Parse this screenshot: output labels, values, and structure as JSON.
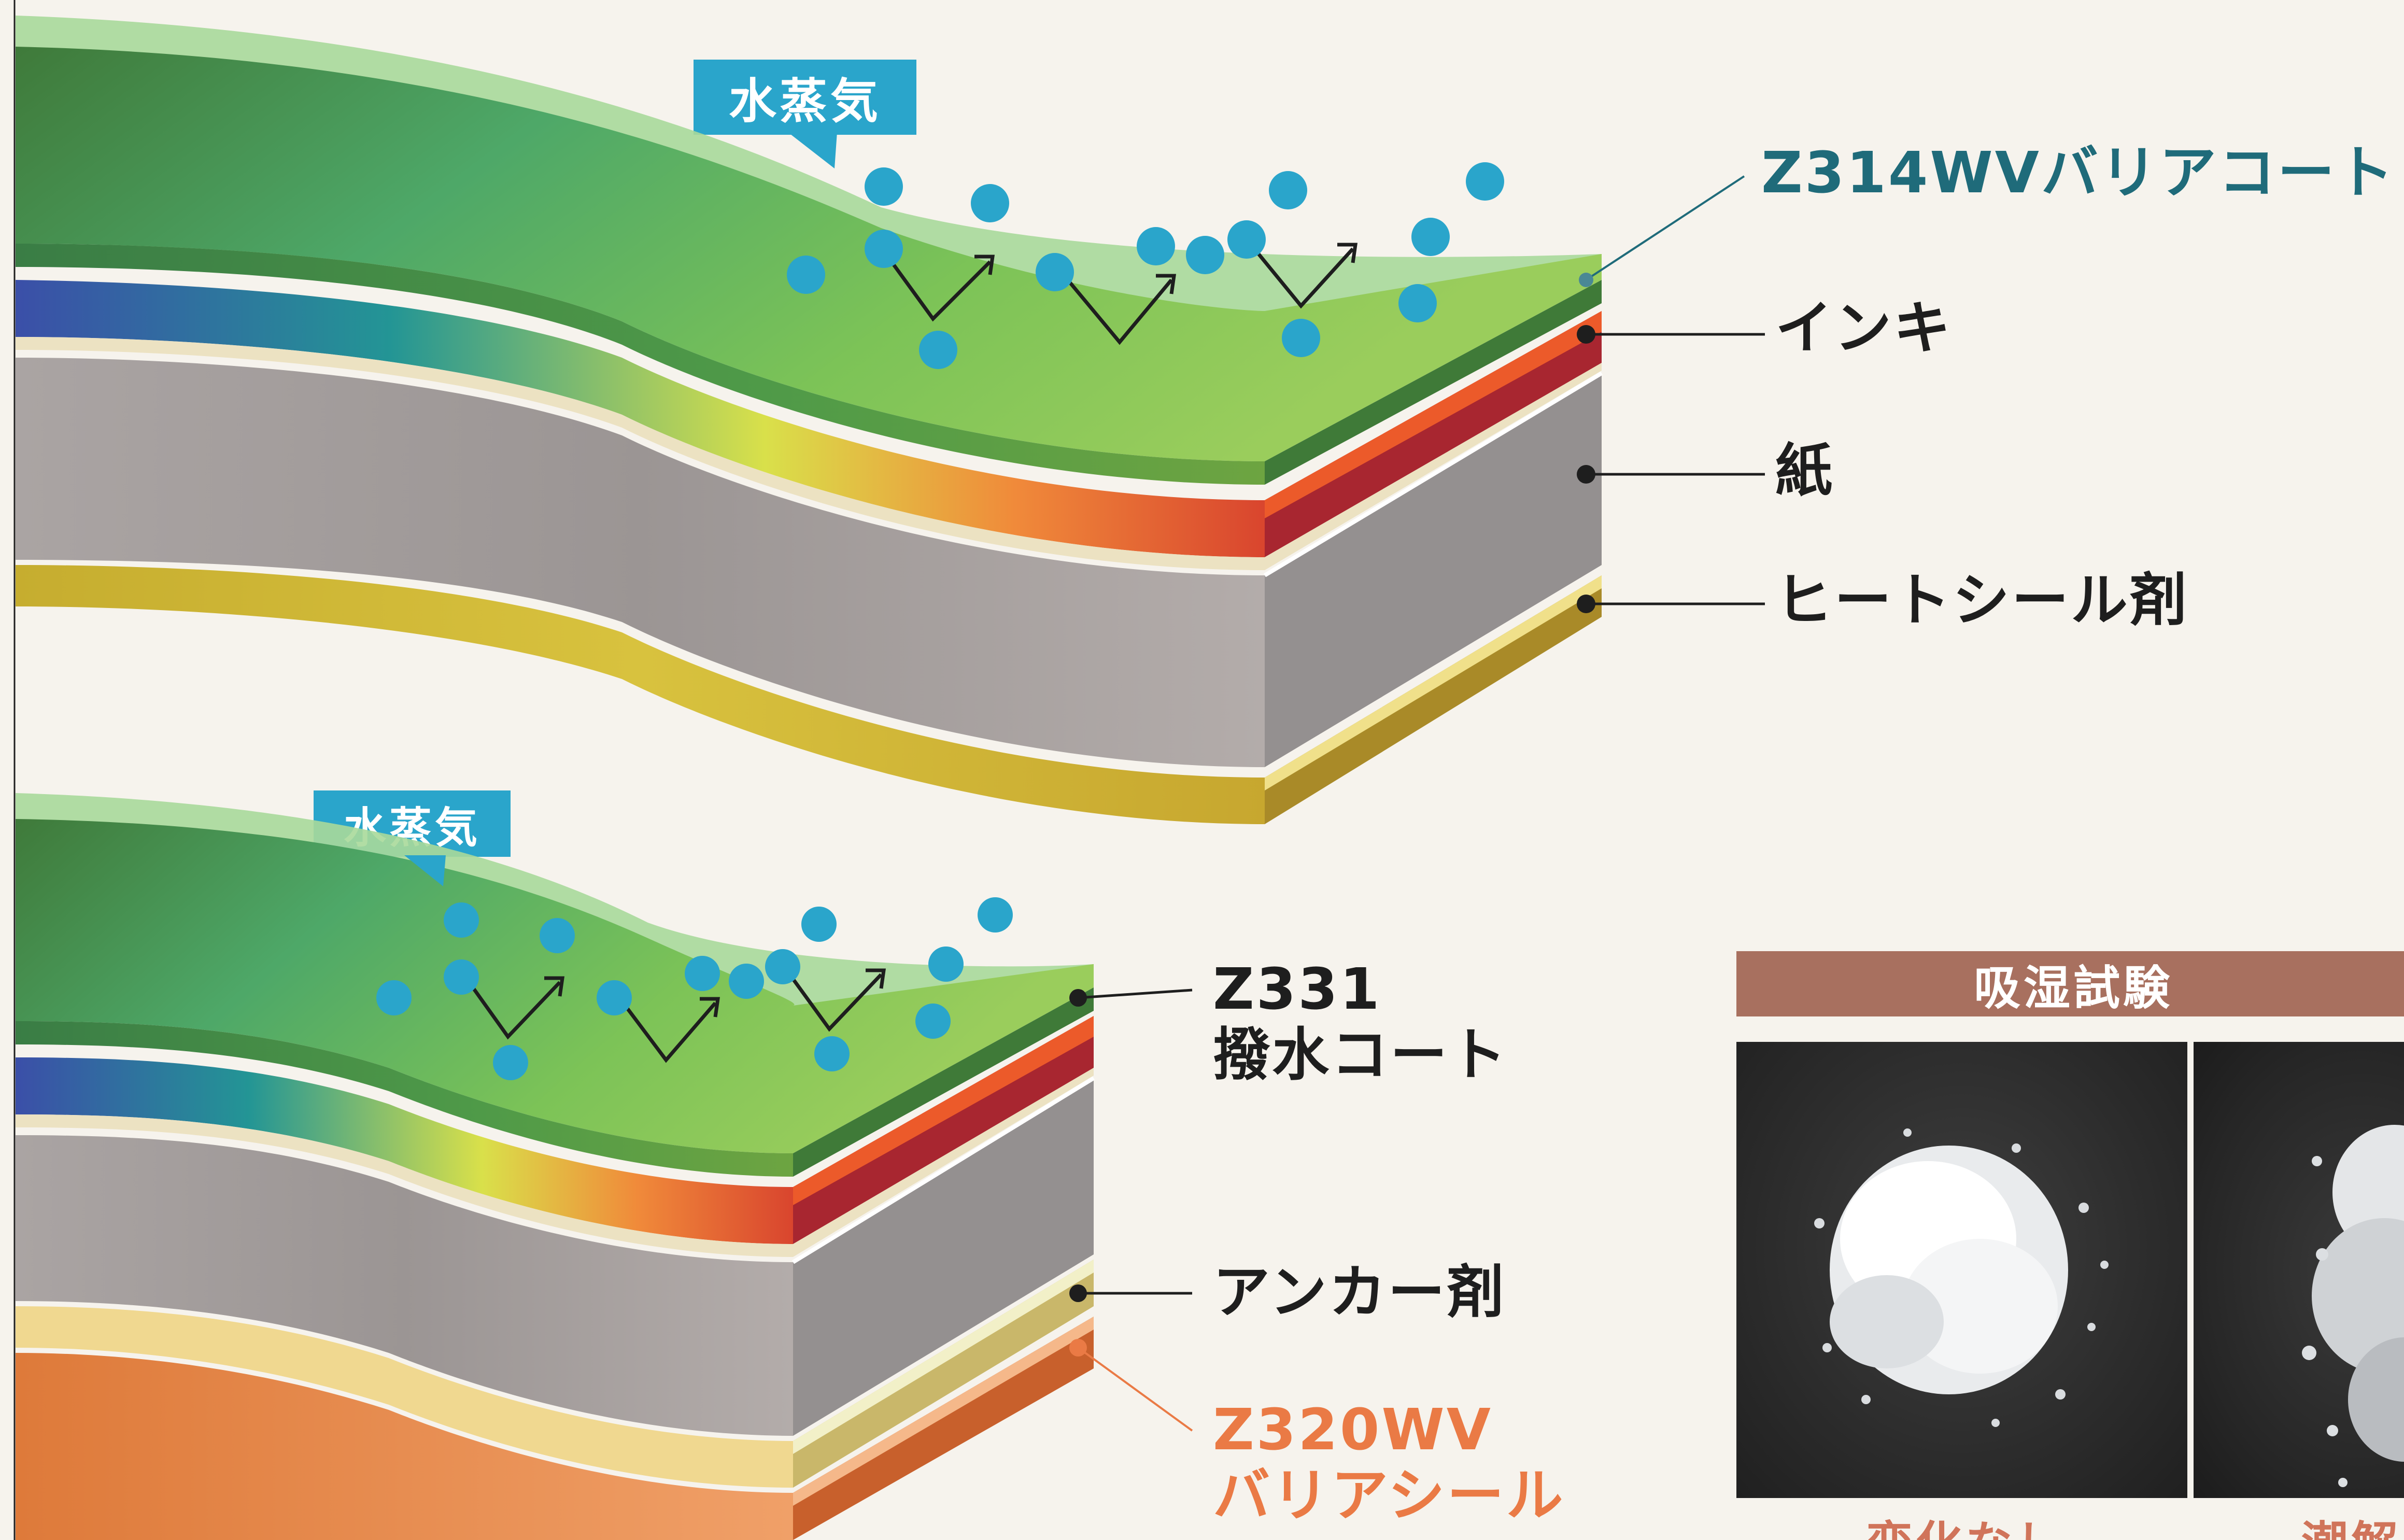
{
  "top_diagram": {
    "steam_label": "水蒸気",
    "layers": {
      "barrier_coat": "Z314WVバリアコート",
      "ink": "インキ",
      "paper": "紙",
      "heat_seal": "ヒートシール剤"
    }
  },
  "bottom_diagram": {
    "steam_label": "水蒸気",
    "layers": {
      "water_repellent_line1": "Z331",
      "water_repellent_line2": "撥水コート",
      "anchor": "アンカー剤",
      "barrier_seal_line1": "Z320WV",
      "barrier_seal_line2": "バリアシール"
    }
  },
  "moisture_test": {
    "title": "吸湿試験",
    "captions": [
      "変化なし",
      "潮解"
    ]
  },
  "colors": {
    "background": "#f6f3ed",
    "steam_drop": "#2aa5cb",
    "barrier_label": "#1f6b7a",
    "barrier_seal_label": "#ea7a45",
    "test_header": "#a8705f"
  }
}
